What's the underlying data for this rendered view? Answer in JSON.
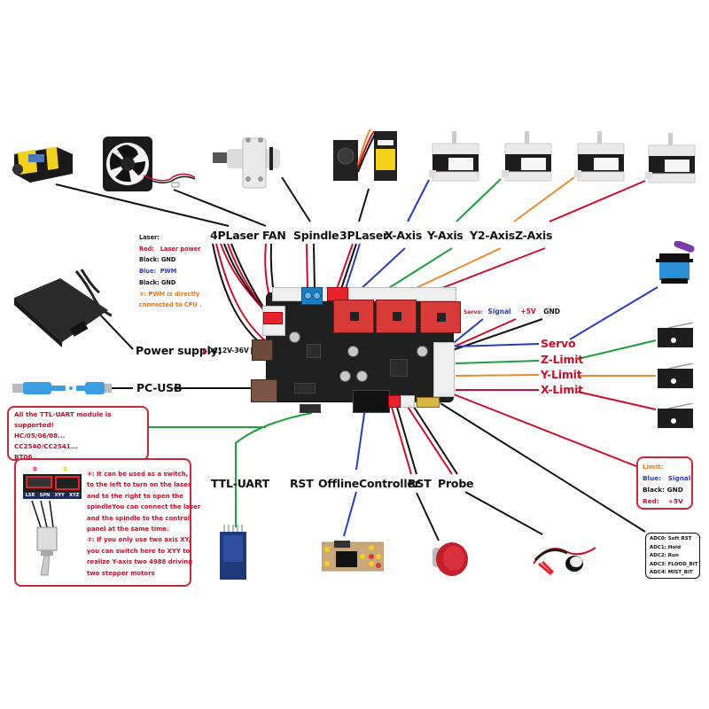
{
  "title": "CNC laser/engraver control board wiring diagram",
  "top_labels": {
    "laser4p": "4PLaser",
    "fan": "FAN",
    "spindle": "Spindle",
    "laser3p": "3PLaser",
    "x_axis": "X-Axis",
    "y_axis": "Y-Axis",
    "y2_axis": "Y2-Axis",
    "z_axis": "Z-Axis"
  },
  "laser_note": {
    "title": "Laser:",
    "red_key": "Red:",
    "red_val": "Laser power",
    "black1_key": "Black:",
    "black1_val": "GND",
    "blue_key": "Blue:",
    "blue_val": "PWM",
    "black2_key": "Black:",
    "black2_val": "GND",
    "pwm_note_1": "③: PWM is directly",
    "pwm_note_2": "connected to CPU ."
  },
  "left_labels": {
    "power_supply": "Power supply:",
    "power_voltage": "DC12V-36V",
    "pc_usb": "PC-USB"
  },
  "ttl_box": {
    "lines": [
      "All the TTL-UART module is supported!",
      "HC/05/06/08...",
      "CC2540/CC2541...",
      "BT06..."
    ]
  },
  "switch_box": {
    "marker1": "⑤",
    "marker2": "②",
    "pin_labels": [
      "LSR",
      "SPN",
      "XYY",
      "XYZ"
    ],
    "lines": [
      "⑤: It can be used as a switch,",
      "to the left to turn on the laser",
      "and to the right to open the",
      "spindleYou can connect the laser",
      "and the spindle to the control",
      "panel at the same time.",
      "②: If you only use two axis XY,",
      "you can switch here to XYY to",
      "realize Y-axis two 4988 driving",
      "two stepper motors"
    ]
  },
  "servo_header": {
    "prefix": "Servo:",
    "signal": "Signal",
    "plus5v": "+5V",
    "gnd": "GND"
  },
  "right_labels": {
    "servo": "Servo",
    "z_limit": "Z-Limit",
    "y_limit": "Y-Limit",
    "x_limit": "X-Limit"
  },
  "limit_box": {
    "title": "Limit:",
    "blue_key": "Blue:",
    "blue_val": "Signal",
    "black_key": "Black:",
    "black_val": "GND",
    "red_key": "Red:",
    "red_val": "+5V"
  },
  "adc_box": {
    "lines": [
      "ADC0:  Soft RST",
      "ADC1:  Hold",
      "ADC2:  Run",
      "ADC3:  FLOOD_BIT",
      "ADC4:  MIST_BIT"
    ]
  },
  "bottom_labels": {
    "ttl_uart": "TTL-UART",
    "rst1": "RST",
    "offline": "OfflineController",
    "rst2": "RST",
    "probe": "Probe"
  },
  "colors": {
    "red": "#c8102e",
    "blue": "#2a3cb4",
    "green": "#1e9e3c",
    "orange": "#e88a2a",
    "black": "#111111",
    "board": "#1f2121",
    "driver": "#d93a3a"
  }
}
